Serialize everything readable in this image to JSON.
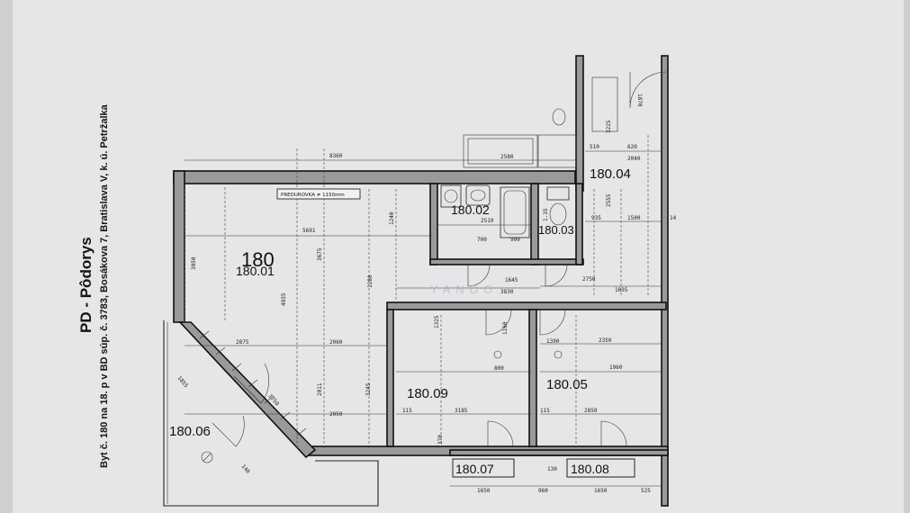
{
  "drawing": {
    "title": "PD - Pôdorys",
    "subtitle": "Byt č. 180 na 18. p v BD súp. č. 3783, Bosákova 7, Bratislava V, k. ú. Petržalka",
    "watermark": "YANDO",
    "note": "PREDUROVKA ≠ 1150mm"
  },
  "rooms": {
    "unit": "180",
    "r01": "180.01",
    "r02": "180.02",
    "r03": "180.03",
    "r04": "180.04",
    "r05": "180.05",
    "r06": "180.06",
    "r07": "180.07",
    "r08": "180.08",
    "r09": "180.09"
  },
  "dimensions": {
    "d_top": "8360",
    "d_a": "2580",
    "d_b": "510",
    "d_c": "620",
    "d_d": "2040",
    "d_e": "3225",
    "d_f": "1870",
    "d_g": "5691",
    "d_h": "2510",
    "d_i": "935",
    "d_j": "1500",
    "d_k": "2555",
    "d_l": "1240",
    "d_m": "3675",
    "d_n": "1280",
    "d_o": "4935",
    "d_p": "1645",
    "d_q": "3830",
    "d_r": "2750",
    "d_s": "1635",
    "d_t": "3050",
    "d_u": "2875",
    "d_v": "2060",
    "d_w": "1325",
    "d_x": "1160",
    "d_y": "1390",
    "d_z": "2350",
    "d_aa": "800",
    "d_ab": "1960",
    "d_ac": "3245",
    "d_ad": "2011",
    "d_ae": "3185",
    "d_af": "2850",
    "d_ag": "2050",
    "d_ah": "1750",
    "d_ai": "1650",
    "d_aj": "960",
    "d_ak": "525",
    "d_al": "115",
    "d_am": "1855",
    "d_an": "140",
    "d_ao": "900",
    "d_ap": "700",
    "d_aq": "1.35",
    "d_ar": "14",
    "d_as": "370",
    "d_at": "130"
  }
}
